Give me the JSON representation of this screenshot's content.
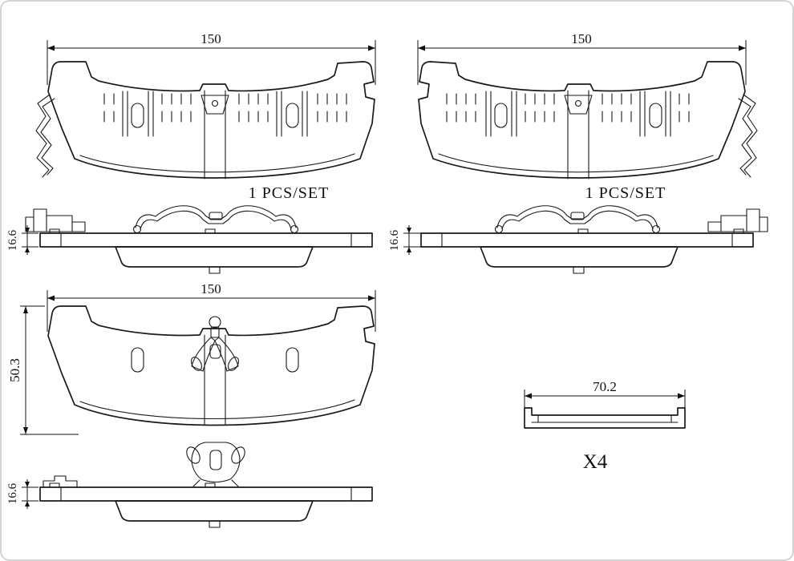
{
  "page": {
    "background": "#ffffff",
    "line_color": "#1a1a1a"
  },
  "views": {
    "pad_outer_left": {
      "width_dim": "150",
      "pcs_label": "1 PCS/SET",
      "thickness_dim": "16.6"
    },
    "pad_outer_right": {
      "width_dim": "150",
      "pcs_label": "1 PCS/SET",
      "thickness_dim": "16.6"
    },
    "pad_inner": {
      "width_dim": "150",
      "height_dim": "50.3",
      "thickness_dim": "16.6"
    },
    "shim": {
      "width_dim": "70.2",
      "quantity_label": "X4"
    }
  }
}
